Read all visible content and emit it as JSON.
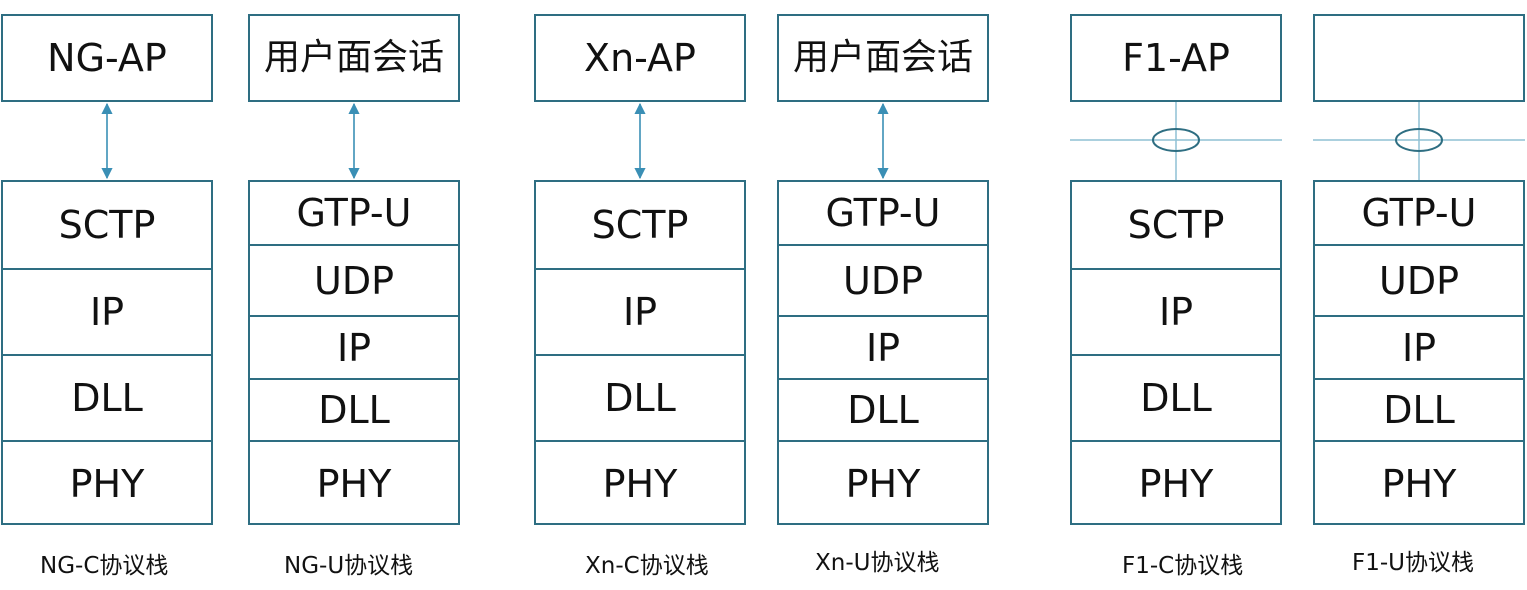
{
  "colors": {
    "border": "#2e6e82",
    "arrow": "#3a8fb5",
    "text": "#111111"
  },
  "stacks": [
    {
      "top_label": "NG-AP",
      "layers": [
        "SCTP",
        "IP",
        "DLL",
        "PHY"
      ],
      "caption": "NG-C协议栈",
      "connector": "double-arrow"
    },
    {
      "top_label": "用户面会话",
      "layers": [
        "GTP-U",
        "UDP",
        "IP",
        "DLL",
        "PHY"
      ],
      "caption": "NG-U协议栈",
      "connector": "double-arrow"
    },
    {
      "top_label": "Xn-AP",
      "layers": [
        "SCTP",
        "IP",
        "DLL",
        "PHY"
      ],
      "caption": "Xn-C协议栈",
      "connector": "double-arrow"
    },
    {
      "top_label": "用户面会话",
      "layers": [
        "GTP-U",
        "UDP",
        "IP",
        "DLL",
        "PHY"
      ],
      "caption": "Xn-U协议栈",
      "connector": "double-arrow"
    },
    {
      "top_label": "F1-AP",
      "layers": [
        "SCTP",
        "IP",
        "DLL",
        "PHY"
      ],
      "caption": "F1-C协议栈",
      "connector": "lens-crossing"
    },
    {
      "top_label": "",
      "layers": [
        "GTP-U",
        "UDP",
        "IP",
        "DLL",
        "PHY"
      ],
      "caption": "F1-U协议栈",
      "connector": "lens-crossing"
    }
  ]
}
